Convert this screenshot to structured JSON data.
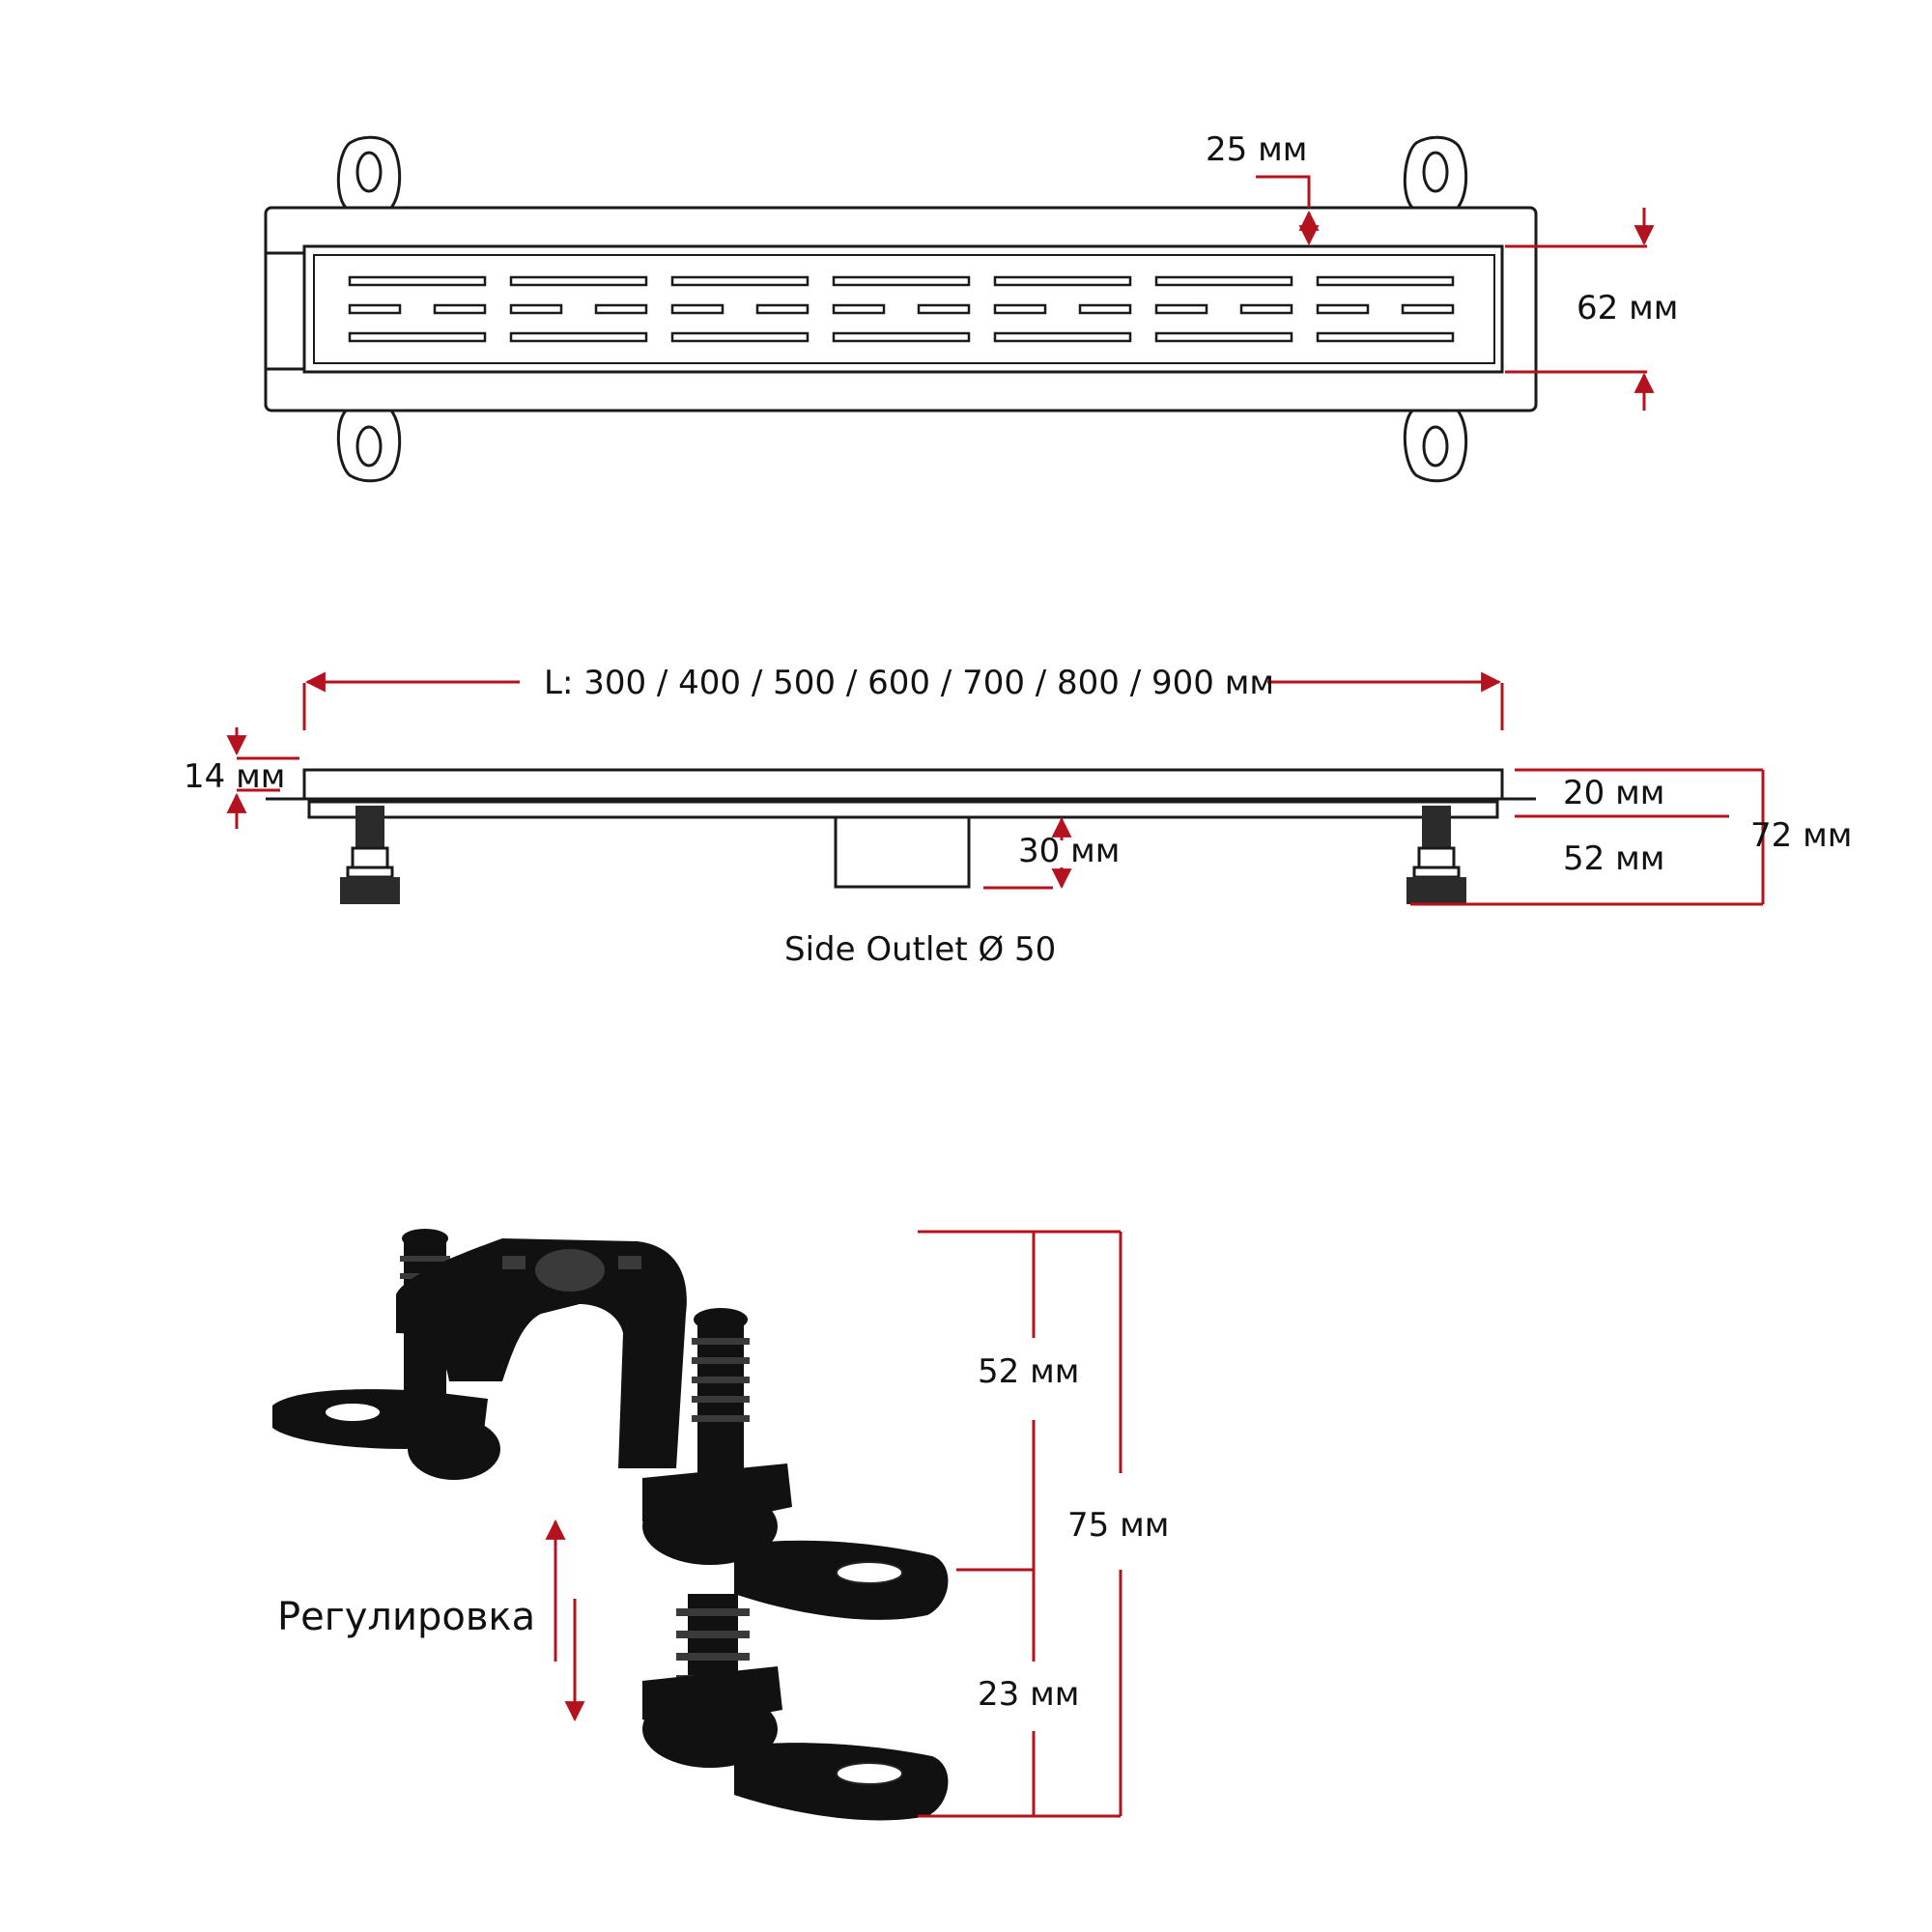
{
  "top_view": {
    "dim_rim": "25 мм",
    "dim_width": "62 мм",
    "slot_columns": 7
  },
  "side_view": {
    "dim_length": "L: 300 / 400 / 500 / 600 / 700 / 800 / 900 мм",
    "dim_top": "14 мм",
    "dim_channel": "20 мм",
    "dim_outlet": "30 мм",
    "dim_leg": "52 мм",
    "dim_total": "72 мм",
    "outlet_label": "Side Outlet Ø 50"
  },
  "foot_detail": {
    "dim_upper": "52 мм",
    "dim_lower": "23 мм",
    "dim_total": "75 мм",
    "adjust_label": "Регулировка"
  },
  "colors": {
    "dimension": "#b3121e",
    "outline": "#1a1a1a",
    "part": "#111111"
  }
}
